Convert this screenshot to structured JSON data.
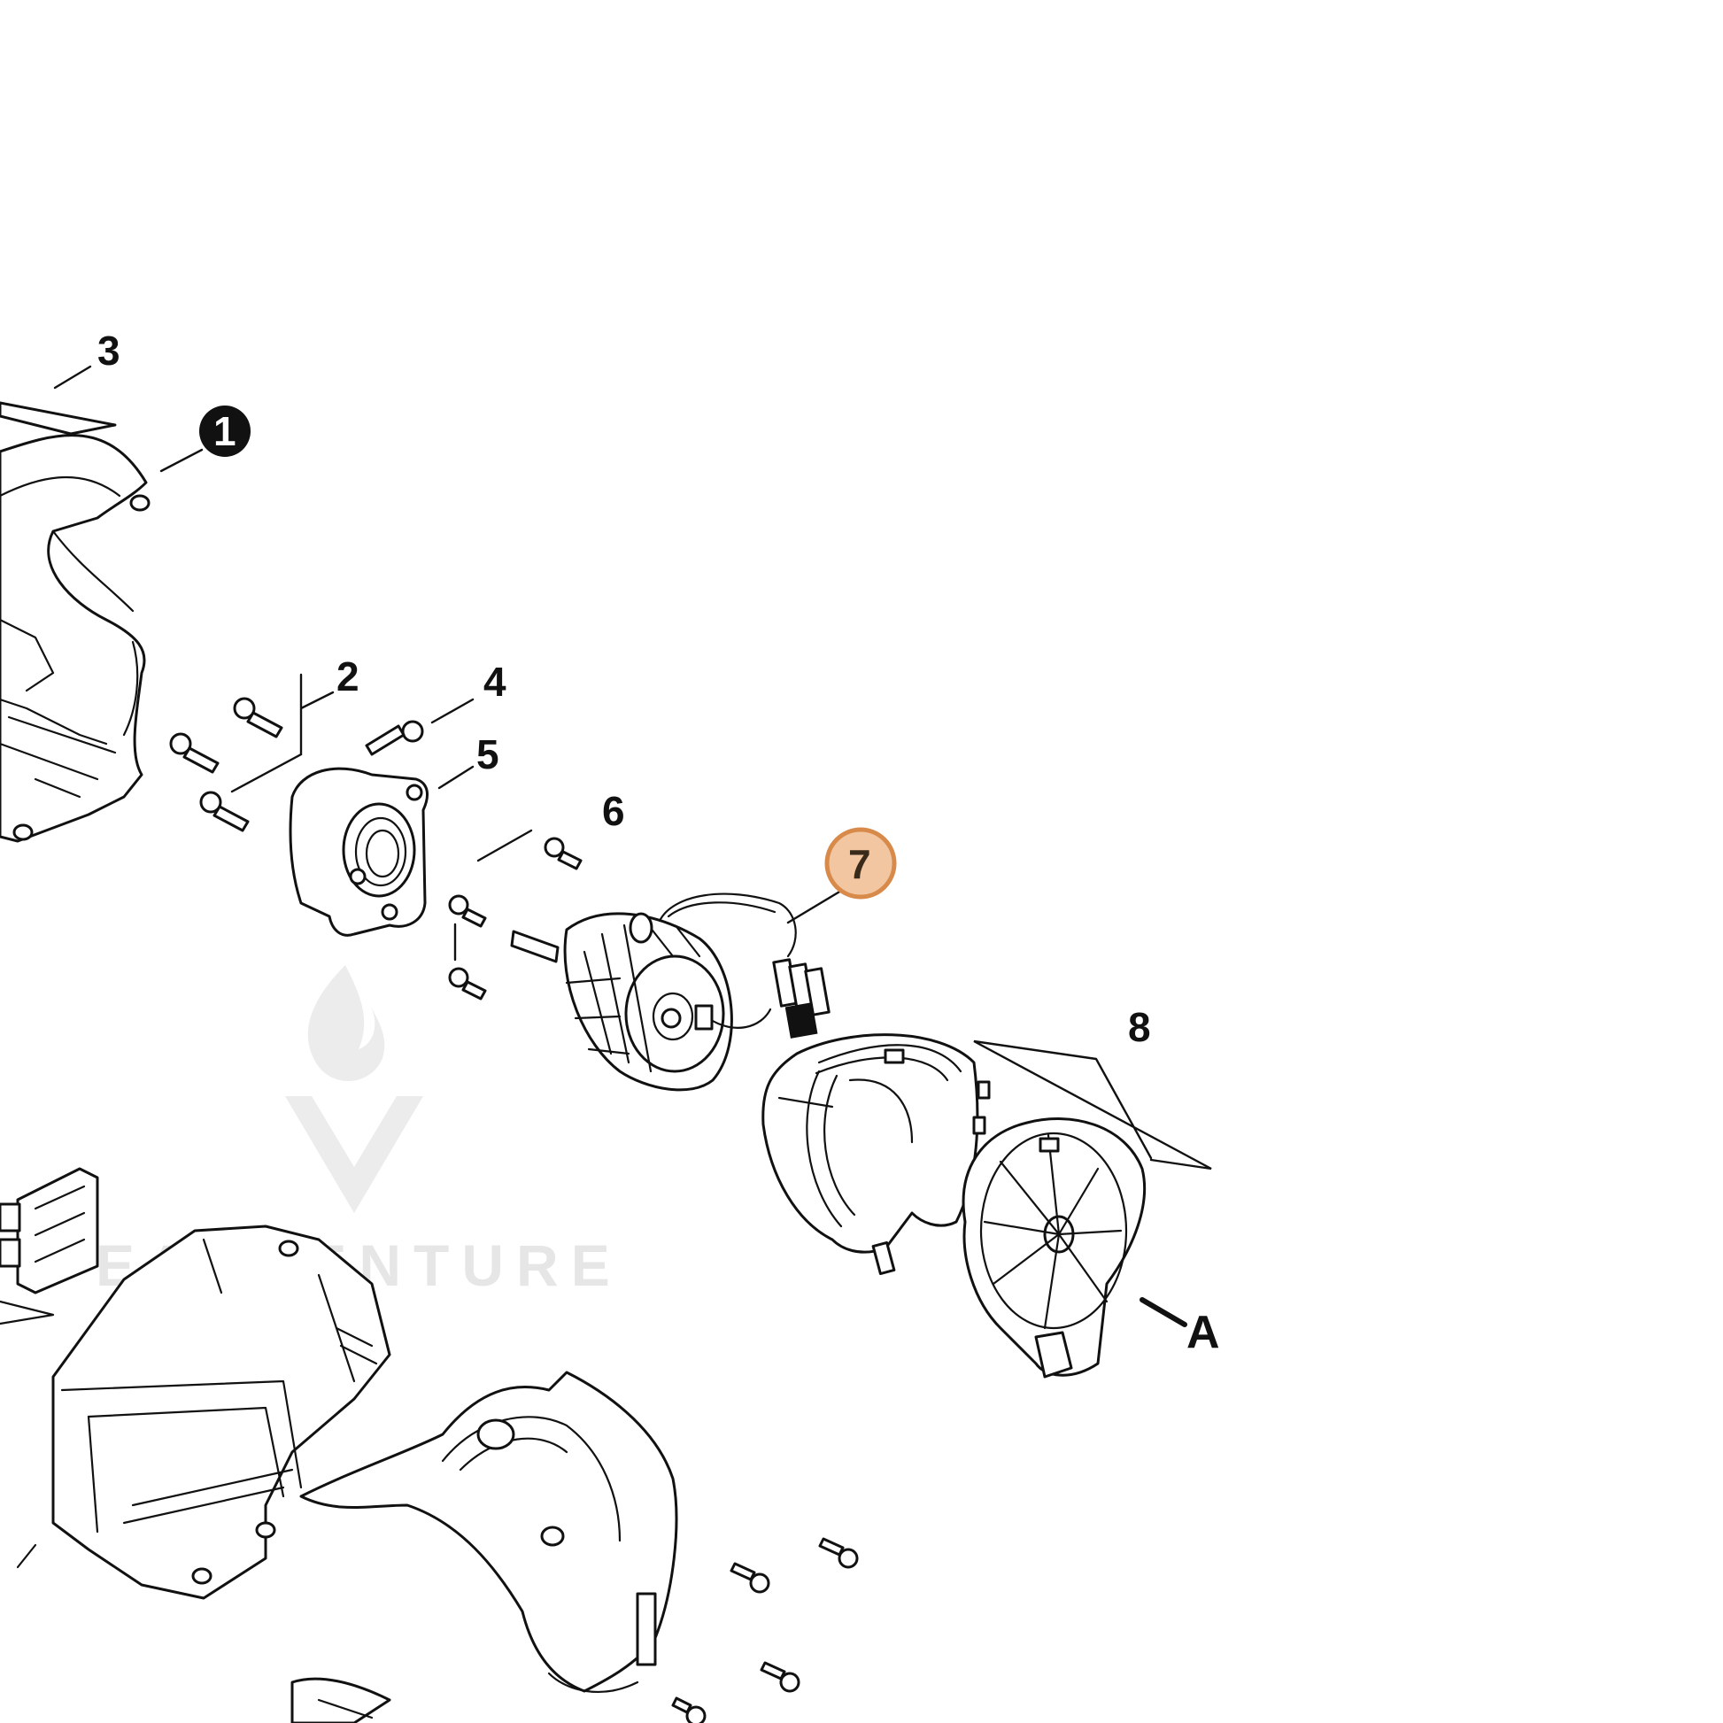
{
  "callouts": {
    "c1": "1",
    "c2": "2",
    "c3": "3",
    "c4": "4",
    "c5": "5",
    "c6": "6",
    "c7": "7",
    "c8": "8",
    "cA": "A"
  },
  "highlight": {
    "part": "7",
    "fill": "#f2c6a0",
    "stroke": "#d88a4a"
  },
  "watermark": {
    "text": "EADVENTURE"
  }
}
